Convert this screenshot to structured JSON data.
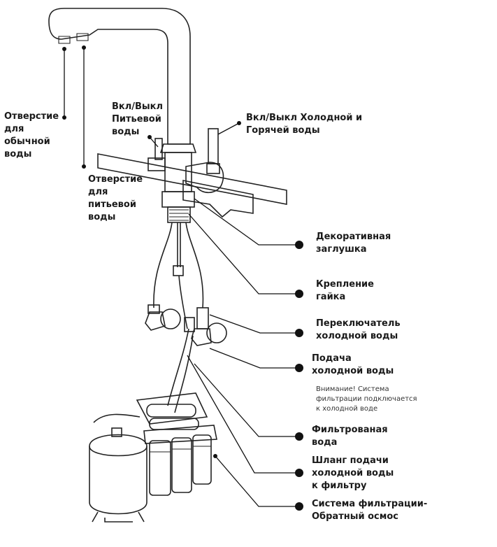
{
  "labels": {
    "hole_regular": "Отверстие\nдля\nобычной\nводы",
    "hole_drinking": "Отверстие\nдля\nпитьевой\nводы",
    "switch_drinking": "Вкл/Выкл\nПитьевой\nводы",
    "switch_cold_hot": "Вкл/Выкл Холодной и\nГорячей воды",
    "decorative_cap": "Декоративная\nзаглушка",
    "mounting_nut": "Крепление\nгайка",
    "cold_switch": "Переключатель\nхолодной воды",
    "cold_supply": "Подача\nхолодной воды",
    "attention_note": "Внимание! Система\nфильтрации подключается\nк холодной воде",
    "filtered_water": "Фильтрованая\nвода",
    "cold_hose": "Шланг подачи\nхолодной воды\nк фильтру",
    "filtration_system": "Система фильтрации-\nОбратный осмос"
  }
}
